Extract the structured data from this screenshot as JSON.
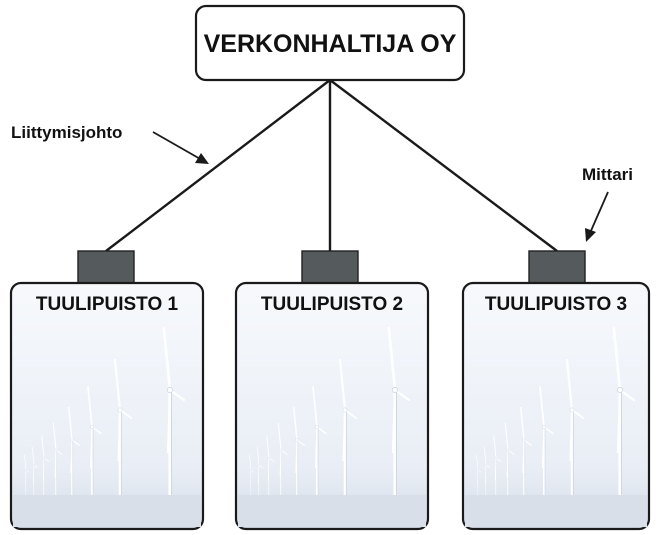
{
  "root": {
    "label": "VERKONHALTIJA OY"
  },
  "annotations": {
    "cable": "Liittymisjohto",
    "meter": "Mittari"
  },
  "farms": [
    {
      "label": "TUULIPUISTO 1"
    },
    {
      "label": "TUULIPUISTO 2"
    },
    {
      "label": "TUULIPUISTO 3"
    }
  ],
  "colors": {
    "meter": "#555a5c",
    "line": "#1a1a1a",
    "sky": "#eef2f8",
    "ground": "#d8dfe8",
    "turbine": "#ffffff"
  }
}
